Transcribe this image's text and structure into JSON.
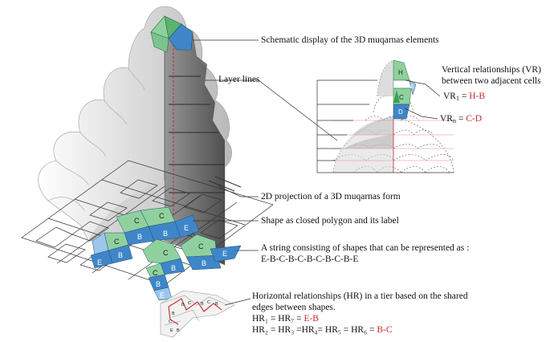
{
  "annotations": {
    "schematic": "Schematic display of the 3D muqarnas elements",
    "layer_lines": "Layer lines",
    "vr_line1": "Vertical relationships (VR)",
    "vr_line2": "between two adjacent cells",
    "vr1_prefix": "VR",
    "vr1_sub": "1",
    "vr1_eq": " = ",
    "vr1_value": "H-B",
    "vrn_prefix": "VR",
    "vrn_sub": "n",
    "vrn_eq": " = ",
    "vrn_value": "C-D",
    "projection": "2D projection of a 3D muqarnas form",
    "shape_polygon": "Shape as closed polygon and its label",
    "string_line1": "A string consisting of shapes that can be represented as :",
    "string_line2": "E-B-C-B-C-B-C-B-C-B-E",
    "hr_line1": "Horizontal relationships (HR) in a tier based on the shared",
    "hr_line2": "edges between shapes.",
    "hr1_text": "HR₁ = HR₇ = ",
    "hr1_value": "E-B",
    "hr2_text": "HR₂ = HR₃ =HR₄= HR₅ = HR₆ = ",
    "hr2_value": "B-C"
  },
  "cell_labels": {
    "H": "H",
    "B": "B",
    "C": "C",
    "D": "D",
    "E": "E"
  },
  "colors": {
    "green": "#8fd19e",
    "blue": "#3f86c8",
    "red": "#c8262c",
    "dark_green": "#3aa05a"
  }
}
